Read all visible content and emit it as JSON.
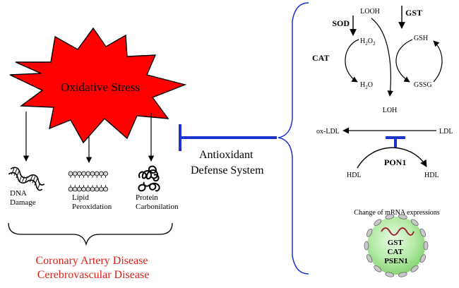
{
  "left_panel": {
    "starburst_label": "Oxidative Stress",
    "effects": [
      {
        "icon": "dna-helix-icon",
        "lines": [
          "DNA",
          "Damage"
        ]
      },
      {
        "icon": "lipid-bilayer-icon",
        "lines": [
          "Lipid",
          "Peroxidation"
        ]
      },
      {
        "icon": "protein-coil-icon",
        "lines": [
          "Protein",
          "Carbonilation"
        ]
      }
    ],
    "diseases": [
      "Coronary Artery Disease",
      "Cerebrovascular Disease"
    ]
  },
  "center": {
    "defense_lines": [
      "Antioxidant",
      "Defense System"
    ]
  },
  "right_panel": {
    "glutathione_cycle": {
      "enzyme_left": "SOD",
      "enzyme_right": "GST",
      "enzyme_cat": "CAT",
      "substrate_top": "LOOH",
      "h2o2": [
        "H",
        "2",
        "O",
        "2"
      ],
      "h2o": [
        "H",
        "2",
        "O"
      ],
      "gsh": "GSH",
      "gssg": "GSSG",
      "product": "LOH"
    },
    "pon1_reaction": {
      "ldl": "LDL",
      "ox_ldl": "ox-LDL",
      "hdl_in": "HDL",
      "hdl_out": "HDL",
      "enzyme": "PON1"
    },
    "expression": {
      "caption": "Change of mRNA expressions",
      "genes": [
        "GST",
        "CAT",
        "PSEN1"
      ]
    }
  },
  "colors": {
    "starburst_fill": "#ff0000",
    "inhibitor_blue": "#1a33cc",
    "disease_red": "#e0201b",
    "cell_green": "#ace8a0",
    "mrna_red": "#a0223a"
  }
}
